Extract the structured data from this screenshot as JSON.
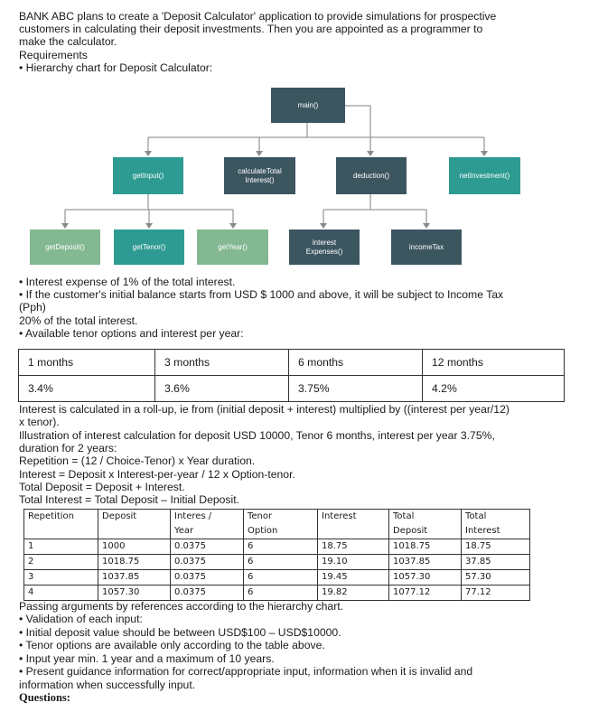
{
  "intro": {
    "line1": "BANK ABC plans to create a 'Deposit Calculator' application to provide simulations for prospective",
    "line2": "customers in calculating their deposit investments. Then you are appointed as a programmer to",
    "line3": "make the calculator.",
    "requirements": "Requirements",
    "hierarchy_label": "• Hierarchy chart for Deposit Calculator:"
  },
  "hierarchy": {
    "main": "main()",
    "getInput": "getInput()",
    "calculateTotal_1": "calculateTotal",
    "calculateTotal_2": "Interest()",
    "deduction": "deduction()",
    "netInvestment": "netInvestment()",
    "getDeposit": "getDeposit()",
    "getTenor": "getTenor()",
    "getYear": "getYear()",
    "interestExp_1": "interest",
    "interestExp_2": "Expenses()",
    "incomeTax": "incomeTax"
  },
  "notes": {
    "n1": "• Interest expense of 1% of the total interest.",
    "n2": "• If the customer's initial balance starts from USD $ 1000 and above, it will be subject to Income Tax",
    "n2b": "(Pph)",
    "n3": "20% of the total interest.",
    "n4": "• Available tenor options and interest per year:"
  },
  "tenor_table": {
    "headers": [
      "1 months",
      "3 months",
      "6 months",
      "12 months"
    ],
    "rates": [
      "3.4%",
      "3.6%",
      "3.75%",
      "4.2%"
    ]
  },
  "explain": {
    "e1": "Interest is calculated in a roll-up, ie from (initial deposit + interest) multiplied by ((interest per year/12)",
    "e1b": "x tenor).",
    "e2": "Illustration of interest calculation for deposit USD 10000, Tenor 6 months, interest per year 3.75%,",
    "e2b": "duration for 2 years:",
    "e3": "Repetition = (12 / Choice-Tenor) x Year duration.",
    "e4": "Interest = Deposit x Interest-per-year / 12 x Option-tenor.",
    "e5": "Total Deposit = Deposit + Interest.",
    "e6": "Total Interest = Total Deposit – Initial Deposit."
  },
  "calc_table": {
    "headers": [
      [
        "Repetition",
        ""
      ],
      [
        "Deposit",
        ""
      ],
      [
        "Interes /",
        "Year"
      ],
      [
        "Tenor",
        "Option"
      ],
      [
        "Interest",
        ""
      ],
      [
        "Total",
        "Deposit"
      ],
      [
        "Total",
        "Interest"
      ]
    ],
    "rows": [
      [
        "1",
        "1000",
        "0.0375",
        "6",
        "18.75",
        "1018.75",
        "18.75"
      ],
      [
        "2",
        "1018.75",
        "0.0375",
        "6",
        "19.10",
        "1037.85",
        "37.85"
      ],
      [
        "3",
        "1037.85",
        "0.0375",
        "6",
        "19.45",
        "1057.30",
        "57.30"
      ],
      [
        "4",
        "1057.30",
        "0.0375",
        "6",
        "19.82",
        "1077.12",
        "77.12"
      ]
    ]
  },
  "closing": {
    "c1": "Passing arguments by references according to the hierarchy chart.",
    "c2": "• Validation of each input:",
    "c3": "• Initial deposit value should be between USD$100 – USD$10000.",
    "c4": "• Tenor options are available only according to the table above.",
    "c5": "• Input year min. 1 year and a maximum of 10 years.",
    "c6": "• Present guidance information for correct/appropriate input, information when it is invalid and",
    "c6b": "information when successfully input.",
    "questions": "Questions:"
  }
}
